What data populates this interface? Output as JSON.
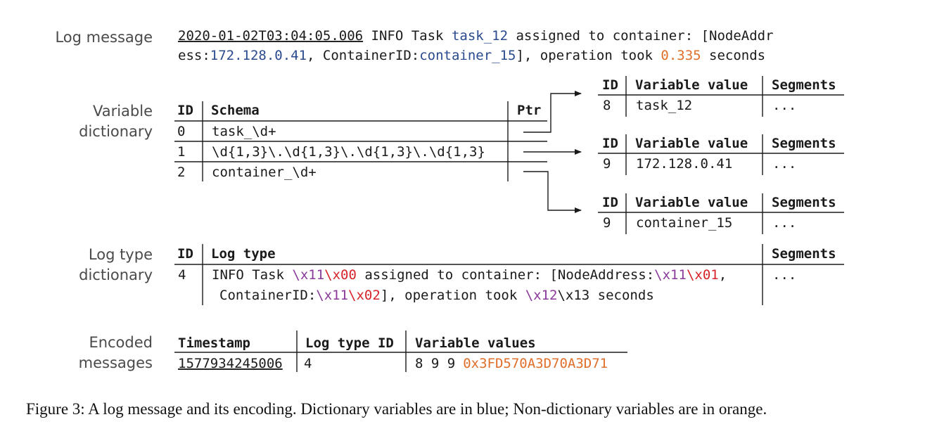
{
  "colors": {
    "dictionary_var": "#2a4a8e",
    "non_dictionary_var": "#e06f2a",
    "id_red": "#d6242a",
    "escape_purple": "#8a3a9a",
    "text": "#1a1a1a",
    "label": "#4a4a4a"
  },
  "log_message": {
    "label": "Log message",
    "line1": [
      {
        "text": "2020-01-02T03:04:05.006",
        "style": "underline"
      },
      {
        "text": " INFO Task ",
        "style": "plain"
      },
      {
        "text": "task_12",
        "style": "blue"
      },
      {
        "text": " assigned to container: [NodeAddr",
        "style": "plain"
      }
    ],
    "line2": [
      {
        "text": "ess:",
        "style": "plain"
      },
      {
        "text": "172.128.0.41",
        "style": "blue"
      },
      {
        "text": ", ContainerID:",
        "style": "plain"
      },
      {
        "text": "container_15",
        "style": "blue"
      },
      {
        "text": "], operation took ",
        "style": "plain"
      },
      {
        "text": "0.335",
        "style": "orange"
      },
      {
        "text": " seconds",
        "style": "plain"
      }
    ]
  },
  "variable_dictionary": {
    "label_line1": "Variable",
    "label_line2": "dictionary",
    "headers": {
      "id": "ID",
      "schema": "Schema",
      "ptr": "Ptr"
    },
    "rows": [
      {
        "id": "0",
        "schema": "task_\\d+"
      },
      {
        "id": "1",
        "schema": "\\d{1,3}\\.\\d{1,3}\\.\\d{1,3}\\.\\d{1,3}"
      },
      {
        "id": "2",
        "schema": "container_\\d+"
      }
    ]
  },
  "value_tables": {
    "headers": {
      "id": "ID",
      "value": "Variable value",
      "segments": "Segments"
    },
    "tables": [
      {
        "id": "8",
        "value": "task_12",
        "segments": "..."
      },
      {
        "id": "9",
        "value": "172.128.0.41",
        "segments": "..."
      },
      {
        "id": "9",
        "value": "container_15",
        "segments": "..."
      }
    ]
  },
  "log_type_dictionary": {
    "label_line1": "Log type",
    "label_line2": "dictionary",
    "headers": {
      "id": "ID",
      "log_type": "Log type",
      "segments": "Segments"
    },
    "row": {
      "id": "4",
      "segments": "...",
      "line1": [
        {
          "text": "INFO Task ",
          "style": "plain"
        },
        {
          "text": "\\x11",
          "style": "purple"
        },
        {
          "text": "\\x00",
          "style": "red"
        },
        {
          "text": " assigned to container: [NodeAddress:",
          "style": "plain"
        },
        {
          "text": "\\x11",
          "style": "purple"
        },
        {
          "text": "\\x01",
          "style": "red"
        },
        {
          "text": ",",
          "style": "plain"
        }
      ],
      "line2": [
        {
          "text": "ContainerID:",
          "style": "plain"
        },
        {
          "text": "\\x11",
          "style": "purple"
        },
        {
          "text": "\\x02",
          "style": "red"
        },
        {
          "text": "], operation took ",
          "style": "plain"
        },
        {
          "text": "\\x12",
          "style": "purple"
        },
        {
          "text": "\\x13 seconds",
          "style": "plain"
        }
      ]
    }
  },
  "encoded_messages": {
    "label_line1": "Encoded",
    "label_line2": "messages",
    "headers": {
      "timestamp": "Timestamp",
      "log_type_id": "Log type ID",
      "values": "Variable values"
    },
    "row": {
      "timestamp": "1577934245006",
      "log_type_id": "4",
      "dict_ids": "8 9 9",
      "encoded_float": "0x3FD570A3D70A3D71"
    }
  },
  "caption": "Figure 3: A log message and its encoding. Dictionary variables are in blue; Non-dictionary variables are in orange."
}
